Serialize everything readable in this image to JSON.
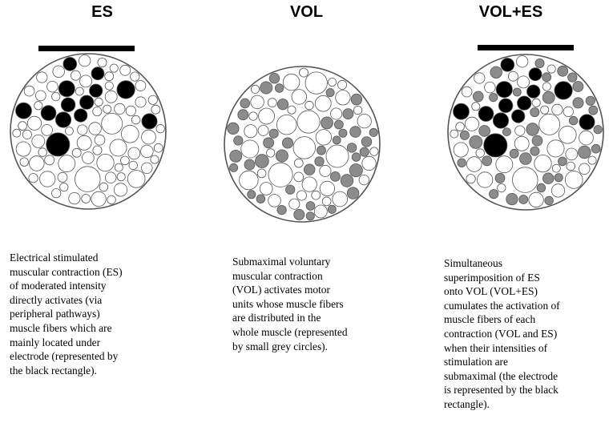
{
  "colors": {
    "active": "#000000",
    "voluntary": "#8c8c8c",
    "inactive": "#ffffff",
    "outline": "#555555"
  },
  "panels": [
    {
      "key": "es",
      "title": "ES",
      "electrode": true,
      "description": "Electrical stimulated\nmuscular contraction (ES)\nof moderated  intensity\ndirectly activates (via\nperipheral pathways)\nmuscle fibers which are\nmainly located under\nelectrode (represented by\nthe black rectangle)."
    },
    {
      "key": "vol",
      "title": "VOL",
      "electrode": false,
      "description": "Submaximal voluntary\nmuscular contraction\n(VOL) activates motor\nunits whose muscle fibers\nare distributed in the\nwhole muscle (represented\nby small grey circles)."
    },
    {
      "key": "voles",
      "title": "VOL+ES",
      "electrode": true,
      "description": "Simultaneous\nsuperimposition of ES\nonto VOL (VOL+ES)\ncumulates the activation of\nmuscle fibers of each\ncontraction (VOL and ES)\nwhen their intensities of\nstimulation  are\nsubmaximal (the electrode\nis represented by the black\nrectangle)."
    }
  ]
}
